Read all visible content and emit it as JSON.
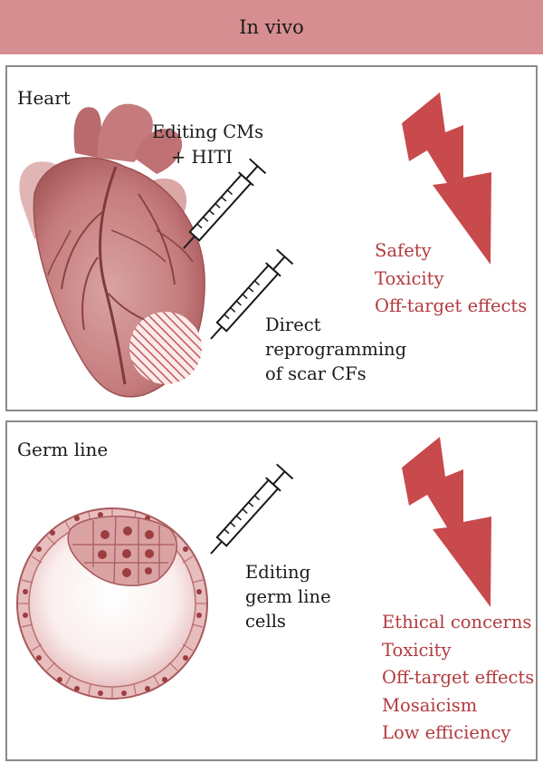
{
  "header": {
    "title": "In vivo"
  },
  "heart_panel": {
    "title": "Heart",
    "injection_1_label_line1": "Editing CMs",
    "injection_1_label_line2": "+ HITI",
    "injection_2_label_line1": "Direct",
    "injection_2_label_line2": "reprogramming",
    "injection_2_label_line3": "of scar CFs",
    "risks": [
      "Safety",
      "Toxicity",
      "Off-target effects"
    ]
  },
  "germ_panel": {
    "title": "Germ line",
    "injection_label_line1": "Editing",
    "injection_label_line2": "germ line",
    "injection_label_line3": "cells",
    "risks": [
      "Ethical concerns",
      "Toxicity",
      "Off-target effects",
      "Mosaicism",
      "Low efficiency"
    ]
  },
  "colors": {
    "banner": "#d78e91",
    "risk_text": "#b23a3d",
    "lightning": "#c84a4d",
    "heart": "#c97f80",
    "border": "#8a8a8a"
  },
  "icons": [
    "lightning-icon",
    "syringe-icon",
    "heart-illustration",
    "blastocyst-illustration"
  ]
}
